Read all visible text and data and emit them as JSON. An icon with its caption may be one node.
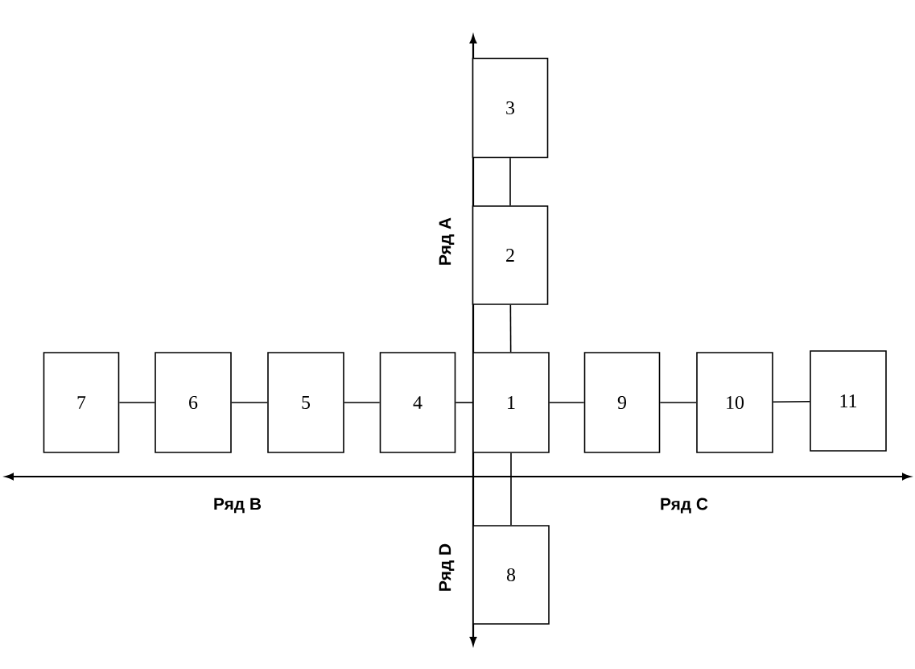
{
  "diagram": {
    "nodes": [
      {
        "text": [
          "3"
        ]
      },
      {
        "text": [
          "2"
        ]
      },
      {
        "text": [
          "7"
        ]
      },
      {
        "text": [
          "6"
        ]
      },
      {
        "text": [
          "5"
        ]
      },
      {
        "text": [
          "4"
        ]
      },
      {
        "text": [
          "1"
        ]
      },
      {
        "text": [
          "9"
        ]
      },
      {
        "text": [
          "10"
        ]
      },
      {
        "text": [
          "11"
        ]
      },
      {
        "text": [
          "8"
        ]
      }
    ],
    "edges": [
      {
        "from": 0,
        "to": 1,
        "arrow": "none"
      },
      {
        "from": 1,
        "to": 6,
        "arrow": "none"
      },
      {
        "from": 6,
        "to": 10,
        "arrow": "none"
      },
      {
        "from": 6,
        "to": 5,
        "arrow": "none"
      },
      {
        "from": 5,
        "to": 4,
        "arrow": "none"
      },
      {
        "from": 4,
        "to": 3,
        "arrow": "none"
      },
      {
        "from": 3,
        "to": 2,
        "arrow": "none"
      },
      {
        "from": 6,
        "to": 7,
        "arrow": "none"
      },
      {
        "from": 7,
        "to": 8,
        "arrow": "none"
      },
      {
        "from": 8,
        "to": 9,
        "arrow": "none"
      }
    ],
    "labels": [
      "Ряд А",
      "Ряд В",
      "Ряд С",
      "Ряд D"
    ]
  }
}
